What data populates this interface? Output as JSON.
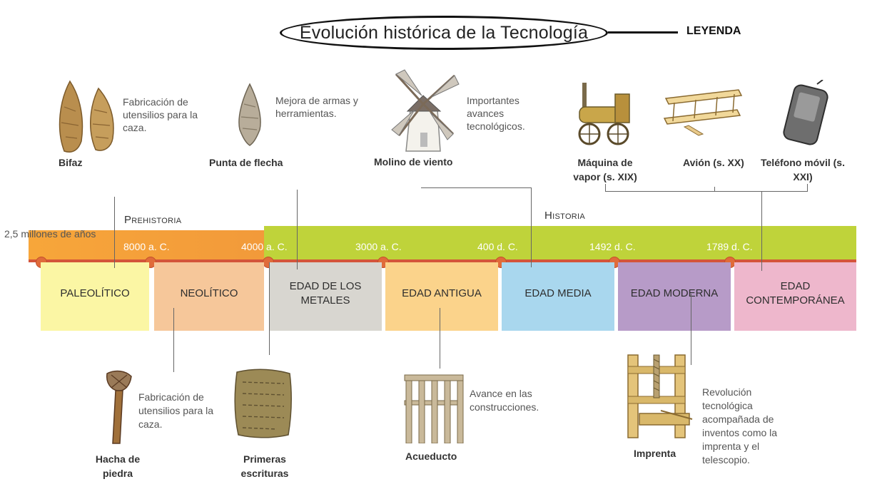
{
  "title": "Evolución histórica de la Tecnología",
  "legend": "LEYENDA",
  "eras": {
    "prehistoria": "Prehistoria",
    "historia": "Historia"
  },
  "dates": {
    "start": "2,5 millones de años",
    "d8000": "8000 a. C.",
    "d4000": "4000 a. C.",
    "d3000": "3000 a. C.",
    "d400": "400 d. C.",
    "d1492": "1492 d. C.",
    "d1789": "1789 d. C."
  },
  "periods": [
    {
      "label": "PALEOLÍTICO",
      "color": "#fbf6a4"
    },
    {
      "label": "NEOLÍTICO",
      "color": "#f6c79a"
    },
    {
      "label": "EDAD DE LOS METALES",
      "color": "#d8d6d0"
    },
    {
      "label": "EDAD ANTIGUA",
      "color": "#fbd38b"
    },
    {
      "label": "EDAD MEDIA",
      "color": "#a9d7ee"
    },
    {
      "label": "EDAD MODERNA",
      "color": "#b79bc8"
    },
    {
      "label": "EDAD CONTEMPORÁNEA",
      "color": "#eeb7cc"
    }
  ],
  "top_items": {
    "bifaz": {
      "label": "Bifaz",
      "desc": "Fabricación de utensilios para la caza."
    },
    "punta": {
      "label": "Punta de flecha",
      "desc": "Mejora de armas y herramientas."
    },
    "molino": {
      "label": "Molino de viento",
      "desc": "Importantes avances tecnológicos."
    },
    "maquina": {
      "label": "Máquina de vapor (s. XIX)"
    },
    "avion": {
      "label": "Avión (s. XX)"
    },
    "telefono": {
      "label": "Teléfono móvil (s. XXI)"
    }
  },
  "bottom_items": {
    "hacha": {
      "label": "Hacha de piedra",
      "desc": "Fabricación de utensilios para la caza."
    },
    "escrituras": {
      "label": "Primeras escrituras"
    },
    "acueducto": {
      "label": "Acueducto",
      "desc": "Avance en las construcciones."
    },
    "imprenta": {
      "label": "Imprenta",
      "desc": "Revolución tecnológica acompañada de inventos como la imprenta y el telescopio."
    }
  },
  "colors": {
    "orange_band": "#f7a63a",
    "green_band": "#bfd33a",
    "axis": "#d4553a"
  }
}
